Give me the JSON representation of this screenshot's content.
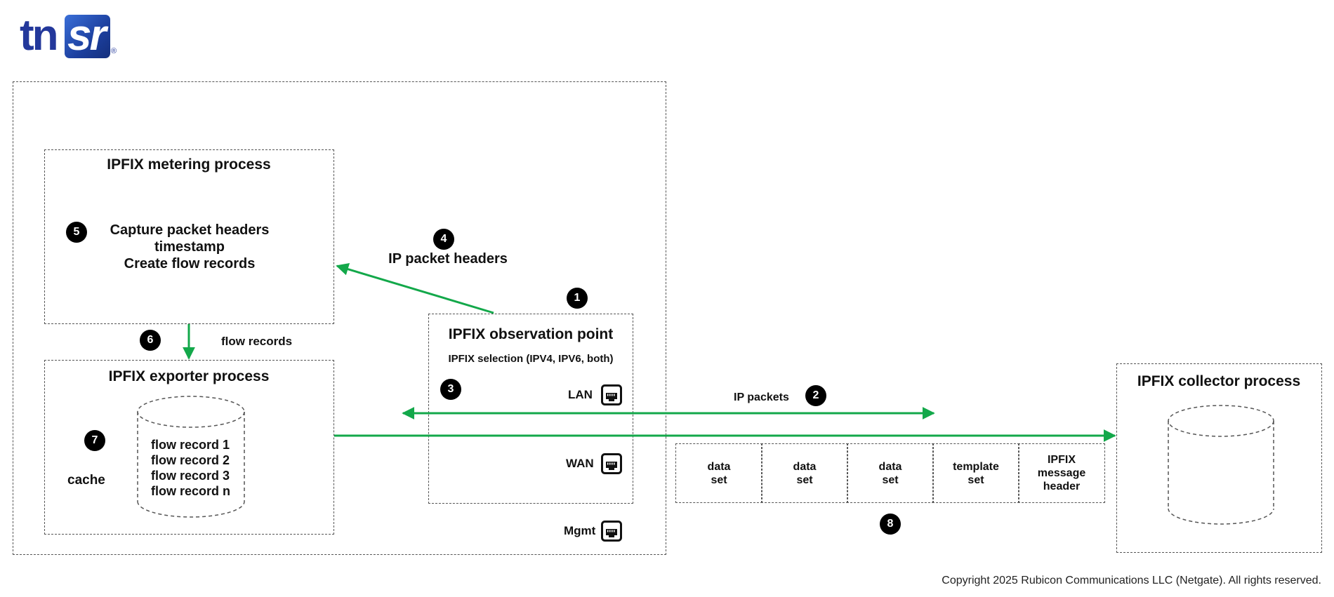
{
  "logo": {
    "tn": "tn",
    "sr": "sr",
    "registered": "®"
  },
  "colors": {
    "arrow": "#13a84a",
    "border": "#555555",
    "badge": "#000000",
    "logo_blue": "#23389b"
  },
  "metering": {
    "title": "IPFIX metering process",
    "line1": "Capture packet headers",
    "line2": "timestamp",
    "line3": "Create flow records",
    "badge": "5"
  },
  "packet_headers": {
    "badge": "4",
    "label": "IP packet headers"
  },
  "flow": {
    "badge": "6",
    "label": "flow records"
  },
  "exporter": {
    "title": "IPFIX exporter process",
    "badge": "7",
    "cache_label": "cache",
    "records": [
      "flow record 1",
      "flow record 2",
      "flow record 3",
      "flow record n"
    ]
  },
  "observation": {
    "badge": "1",
    "title": "IPFIX observation point",
    "selection": "IPFIX selection (IPV4, IPV6, both)",
    "badge3": "3",
    "ports": [
      {
        "label": "LAN",
        "icon": "ethernet-port-icon"
      },
      {
        "label": "WAN",
        "icon": "ethernet-port-icon"
      },
      {
        "label": "Mgmt",
        "icon": "ethernet-port-icon"
      }
    ]
  },
  "ip_packets": {
    "label": "IP packets",
    "badge": "2"
  },
  "message": {
    "cells": [
      "data\nset",
      "data\nset",
      "data\nset",
      "template\nset",
      "IPFIX\nmessage\nheader"
    ],
    "badge": "8"
  },
  "collector": {
    "title": "IPFIX collector process"
  },
  "copyright": "Copyright 2025 Rubicon Communications LLC (Netgate). All rights reserved."
}
